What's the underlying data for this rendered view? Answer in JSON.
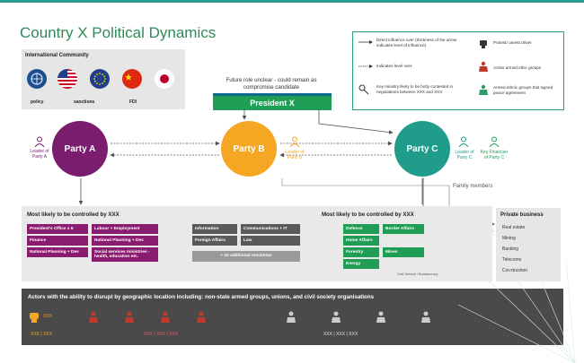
{
  "title": "Country X Political Dynamics",
  "international": {
    "title": "International Community",
    "labels": [
      "policy",
      "sanctions",
      "FDI"
    ]
  },
  "legend": {
    "items": [
      "Direct influence over (thickness of the arrow indicates level of influence)",
      "Indicates level over",
      "Key ministry likely to be hotly contested in negotiations between XXX and XXX",
      "Protest/ unrest driver",
      "Active armed ethic groups",
      "Armed ethnic groups that signed peace agreement"
    ]
  },
  "future_note": "Future role unclear - could remain as compromise candidate",
  "president": "President X",
  "parties": {
    "a": "Party A",
    "b": "Party B",
    "c": "Party C"
  },
  "leaders": {
    "a": "Leader of Party A",
    "b": "Leader of Party B",
    "c": "Leader of Party C",
    "financier": "Key Financier of Party C"
  },
  "family_members": "Family members",
  "left_controlled": {
    "heading": "Most likely to be controlled by XXX",
    "col1": [
      "President's Office x 6",
      "Finance",
      "National Planning + Dev"
    ],
    "col2": [
      "Labour + Employment",
      "National Planning + Dev",
      "Social services ministries - health, education etc."
    ],
    "center": [
      "Information",
      "Communications + IT",
      "Foreign Affairs",
      "Law"
    ],
    "additional": "+ 20 additional ministries"
  },
  "right_controlled": {
    "heading": "Most likely to be controlled by XXX",
    "col1": [
      "Defence",
      "Home Affairs",
      "Forestry",
      "Energy"
    ],
    "col2": [
      "Border Affairs",
      "Mines"
    ]
  },
  "civil_service": "Civil Service / Bureaucracy",
  "private_business": {
    "heading": "Private business",
    "items": [
      "Real estate",
      "Mining",
      "Banking",
      "Telecoms",
      "Construction"
    ]
  },
  "actors": {
    "heading": "Actors with the ability to disrupt by geographic location including: non-state armed groups, unions, and civil society organisations",
    "labels": [
      "XXX",
      "XXX | XXX",
      "XXX | XXX | XXX",
      "XXX | XXX | XXX"
    ]
  },
  "colors": {
    "party_a": "#7a1d6e",
    "party_b": "#f5a623",
    "party_c": "#1f9d8a",
    "president": "#1f9d55",
    "title": "#2e8b57"
  }
}
